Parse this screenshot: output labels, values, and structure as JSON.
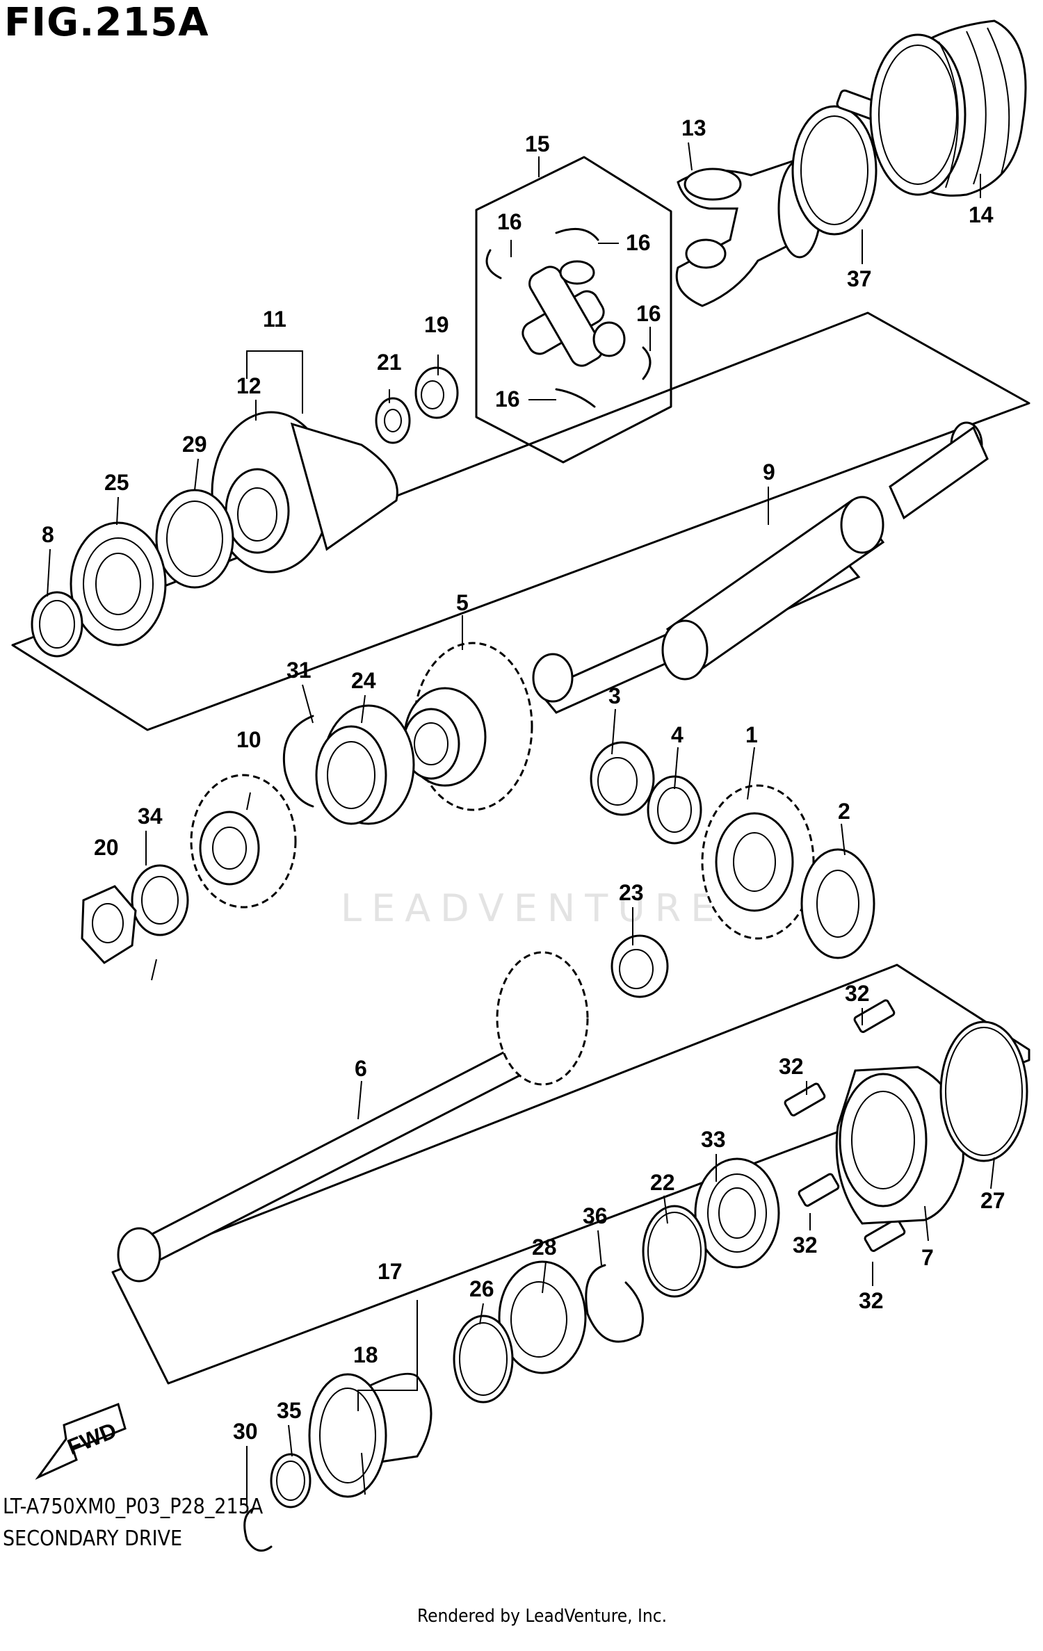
{
  "figure": {
    "title": "FIG.215A",
    "code": "LT-A750XM0_P03_P28_215A",
    "description": "SECONDARY DRIVE",
    "rendered_by": "Rendered by LeadVenture, Inc.",
    "watermark": "LEADVENTURE",
    "fwd_label": "FWD"
  },
  "callouts": {
    "c1": "1",
    "c2": "2",
    "c3": "3",
    "c4": "4",
    "c5": "5",
    "c6": "6",
    "c7": "7",
    "c8": "8",
    "c9": "9",
    "c10": "10",
    "c11": "11",
    "c12": "12",
    "c13": "13",
    "c14": "14",
    "c15": "15",
    "c16a": "16",
    "c16b": "16",
    "c16c": "16",
    "c16d": "16",
    "c17": "17",
    "c18": "18",
    "c19": "19",
    "c20": "20",
    "c21": "21",
    "c22": "22",
    "c23": "23",
    "c24": "24",
    "c25": "25",
    "c26": "26",
    "c27": "27",
    "c28": "28",
    "c29": "29",
    "c30": "30",
    "c31": "31",
    "c32a": "32",
    "c32b": "32",
    "c32c": "32",
    "c32d": "32",
    "c33": "33",
    "c34": "34",
    "c35": "35",
    "c36": "36",
    "c37": "37"
  }
}
